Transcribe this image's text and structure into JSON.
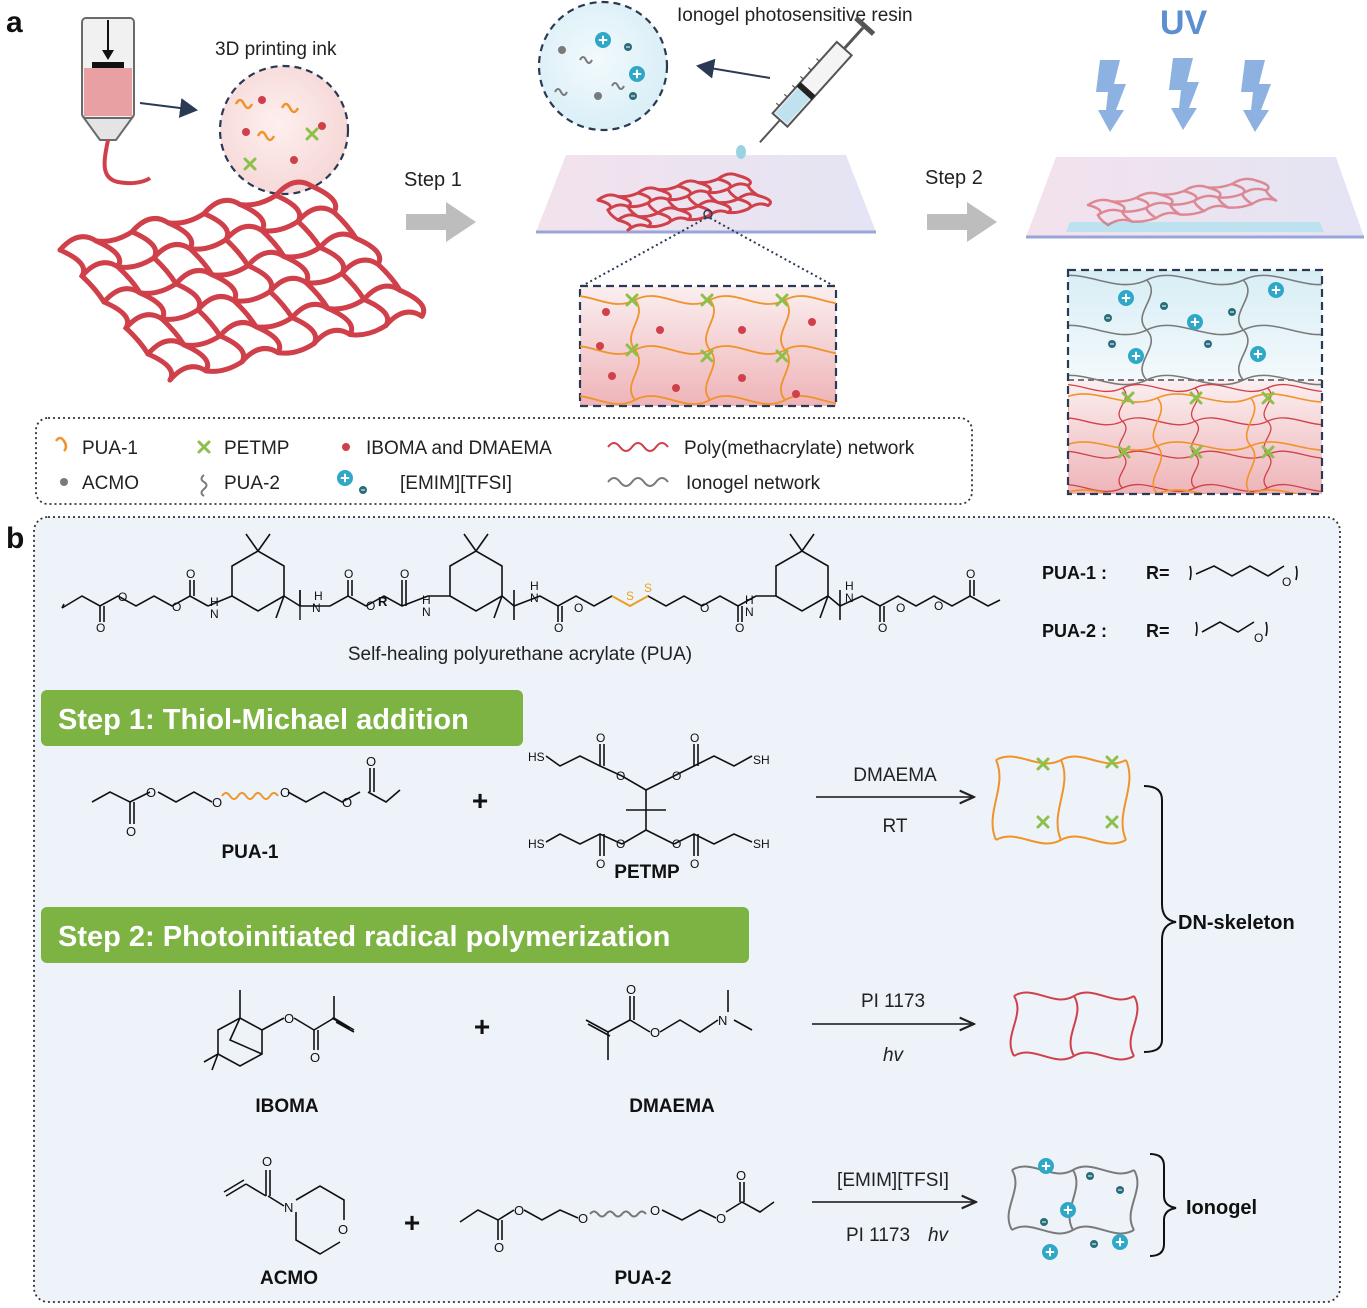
{
  "panel_a": {
    "label": "a",
    "ink_title": "3D printing ink",
    "resin_title": "Ionogel photosensitive resin",
    "uv_label": "UV",
    "step1_label": "Step 1",
    "step2_label": "Step 2",
    "legend": {
      "pua1": "PUA-1",
      "petmp": "PETMP",
      "iboma_dmaema": "IBOMA and DMAEMA",
      "poly_network": "Poly(methacrylate) network",
      "acmo": "ACMO",
      "pua2": "PUA-2",
      "emim": "[EMIM][TFSI]",
      "ionogel_network": "Ionogel network"
    }
  },
  "panel_b": {
    "label": "b",
    "pua_caption": "Self-healing polyurethane acrylate (PUA)",
    "pua1_def": "PUA-1  :",
    "pua2_def": "PUA-2  :",
    "r_eq": "R=",
    "atoms": {
      "o": "O",
      "h": "H",
      "n": "N",
      "r": "R",
      "s": "S",
      "sh": "SH",
      "hs": "HS"
    },
    "step1_banner": "Step 1: Thiol-Michael addition",
    "step2_banner": "Step 2: Photoinitiated radical polymerization",
    "plus": "+",
    "reaction1": {
      "reagent1": "PUA-1",
      "reagent2": "PETMP",
      "above": "DMAEMA",
      "below": "RT"
    },
    "reaction2": {
      "reagent1": "IBOMA",
      "reagent2": "DMAEMA",
      "above": "PI 1173",
      "below": "hv"
    },
    "reaction3": {
      "reagent1": "ACMO",
      "reagent2": "PUA-2",
      "above": "[EMIM][TFSI]",
      "below_a": "PI 1173",
      "below_b": "hv"
    },
    "dn_label": "DN-skeleton",
    "ionogel_label": "Ionogel"
  },
  "colors": {
    "orange": "#f0932a",
    "red": "#d0404a",
    "green": "#8cc04a",
    "gray": "#7a7a7a",
    "cyan": "#2fa8c8",
    "teal": "#2a6d7a",
    "banner_green": "#7cb342",
    "panel_bg": "#eef3f9",
    "uv_blue": "#5b8fd0"
  }
}
